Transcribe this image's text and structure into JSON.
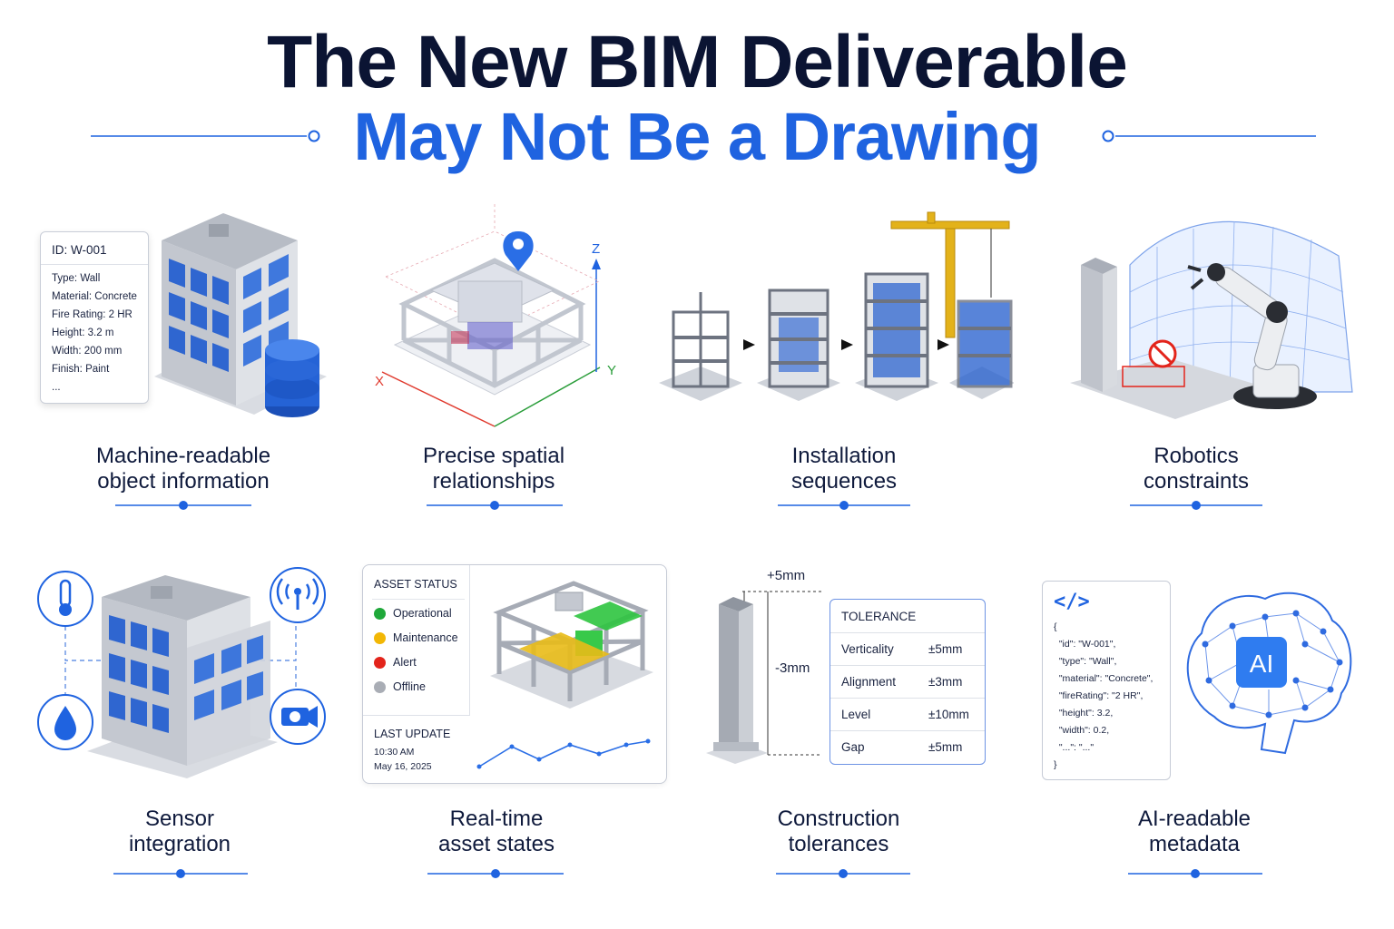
{
  "header": {
    "title": "The New BIM Deliverable",
    "subtitle": "May Not Be a Drawing"
  },
  "colors": {
    "navy": "#0b1433",
    "accent_blue": "#1f63e0",
    "status_operational": "#1fa83a",
    "status_maintenance": "#f2b705",
    "status_alert": "#e3241b",
    "status_offline": "#a9adb5"
  },
  "cards": [
    {
      "caption_1": "Machine-readable",
      "caption_2": "object information"
    },
    {
      "caption_1": "Precise spatial",
      "caption_2": "relationships"
    },
    {
      "caption_1": "Installation",
      "caption_2": "sequences"
    },
    {
      "caption_1": "Robotics",
      "caption_2": "constraints"
    },
    {
      "caption_1": "Sensor",
      "caption_2": "integration"
    },
    {
      "caption_1": "Real-time",
      "caption_2": "asset states"
    },
    {
      "caption_1": "Construction",
      "caption_2": "tolerances"
    },
    {
      "caption_1": "AI-readable",
      "caption_2": "metadata"
    }
  ],
  "object_card": {
    "id": "ID: W-001",
    "rows": [
      "Type: Wall",
      "Material: Concrete",
      "Fire Rating: 2 HR",
      "Height: 3.2 m",
      "Width: 200 mm",
      "Finish: Paint",
      "..."
    ]
  },
  "axes": {
    "x": "X",
    "y": "Y",
    "z": "Z"
  },
  "sensor_icons": [
    "thermometer-icon",
    "wireless-signal-icon",
    "water-drop-icon",
    "camera-icon"
  ],
  "asset_status": {
    "title": "ASSET STATUS",
    "items": [
      {
        "label": "Operational",
        "color": "#1fa83a"
      },
      {
        "label": "Maintenance",
        "color": "#f2b705"
      },
      {
        "label": "Alert",
        "color": "#e3241b"
      },
      {
        "label": "Offline",
        "color": "#a9adb5"
      }
    ],
    "last_update_title": "LAST UPDATE",
    "last_update_time": "10:30 AM",
    "last_update_date": "May 16, 2025"
  },
  "tolerance": {
    "title": "TOLERANCE",
    "rows": [
      {
        "name": "Verticality",
        "value": "±5mm"
      },
      {
        "name": "Alignment",
        "value": "±3mm"
      },
      {
        "name": "Level",
        "value": "±10mm"
      },
      {
        "name": "Gap",
        "value": "±5mm"
      }
    ],
    "dim_top": "+5mm",
    "dim_side": "-3mm"
  },
  "metadata": {
    "code_icon": "</>",
    "lines": [
      "{",
      "  \"id\": \"W-001\",",
      "  \"type\": \"Wall\",",
      "  \"material\": \"Concrete\",",
      "  \"fireRating\": \"2 HR\",",
      "  \"height\": 3.2,",
      "  \"width\": 0.2,",
      "  \"...\": \"...\"",
      "}"
    ],
    "ai_badge": "AI"
  }
}
